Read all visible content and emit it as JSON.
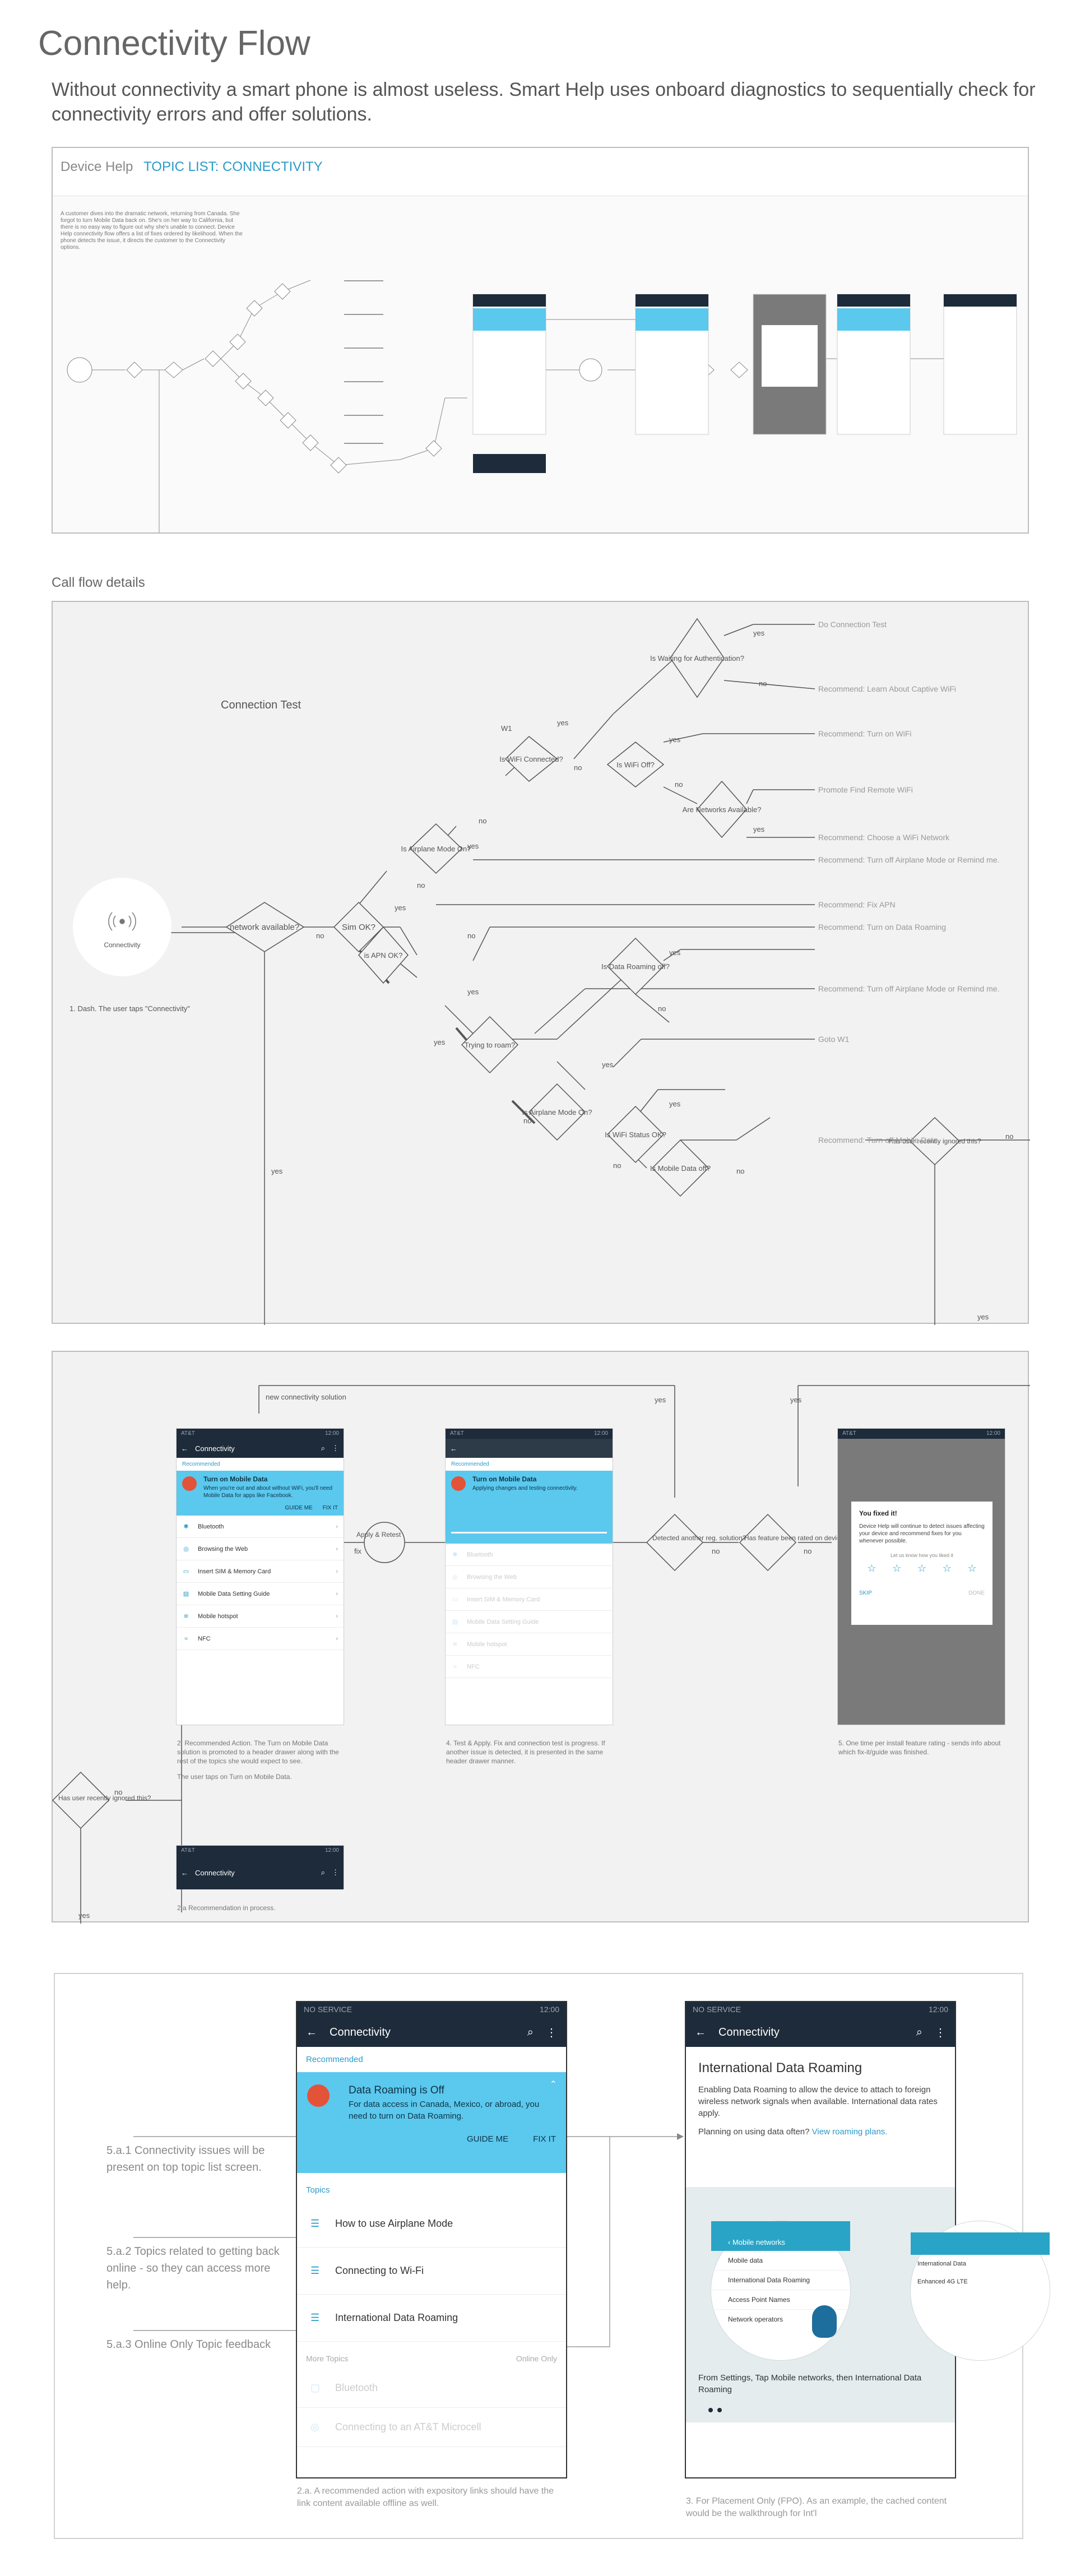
{
  "page": {
    "title": "Connectivity Flow",
    "intro": "Without connectivity a smart phone is almost useless. Smart Help uses onboard diagnostics to sequentially check for connectivity errors and offer solutions."
  },
  "top_panel": {
    "app_name": "Device Help",
    "topic_label": "TOPIC LIST: CONNECTIVITY",
    "intro_text": "A customer dives into the dramatic network, returning from Canada. She forgot to turn Mobile Data back on. She's on her way to California, but there is no easy way to figure out why she's unable to connect. Device Help connectivity flow offers a list of fixes ordered by likelihood. When the phone detects the issue, it directs the customer to the Connectivity options."
  },
  "section_label": "Call flow details",
  "flow": {
    "title": "Connection Test",
    "start_label": "Connectivity",
    "start_caption": "1. Dash. The user taps \"Connectivity\"",
    "nodes": {
      "network": "network available?",
      "sim": "Sim OK?",
      "airplane1": "Is Airplane Mode On?",
      "wifi_connected": "Is WiFi Connected?",
      "wifi_off": "Is WiFi Off?",
      "auth": "Is Waiting for Authentication?",
      "networks": "Are Networks Available?",
      "apn": "is APN OK?",
      "data_roaming": "Is Data Roaming off?",
      "trying_roam": "Trying to roam?",
      "airplane2": "Is Airplane Mode On?",
      "wifi_status": "Is WiFi Status OK?",
      "mobile_data": "Is Mobile Data off?",
      "ignored": "Has user recently ignored this?"
    },
    "outcomes": {
      "do_test": "Do Connection Test",
      "captive": "Recommend: Learn About Captive WiFi",
      "turn_on_wifi": "Recommend: Turn on WiFi",
      "promote_remote": "Promote Find Remote WiFi",
      "choose_wifi": "Recommend: Choose a WiFi Network",
      "airplane_off1": "Recommend: Turn off Airplane Mode or Remind me.",
      "fix_apn": "Recommend: Fix APN",
      "turn_on_roaming": "Recommend: Turn on Data Roaming",
      "airplane_off2": "Recommend: Turn off Airplane Mode or Remind me.",
      "goto_w1": "Goto W1",
      "turn_off_mobile": "Recommend: Turn off Mobile Data"
    },
    "labels": {
      "yes": "yes",
      "no": "no",
      "w1": "W1"
    }
  },
  "screens": {
    "new_solution": "new connectivity solution",
    "yes": "yes",
    "no": "no",
    "apply_retest": "Apply & Retest",
    "fix": "fix",
    "detected": "Detected another reg. solution?",
    "has_feature": "Has feature been rated on device?",
    "ignored": "Has user recently ignored this?",
    "phone": {
      "carrier": "AT&T",
      "time": "12:00",
      "title": "Connectivity",
      "recommended": "Recommended",
      "card_title": "Turn on Mobile Data",
      "card_text": "When you're out and about without WiFi, you'll need Mobile Data for apps like Facebook.",
      "guide_me": "GUIDE ME",
      "fix_it": "FIX IT",
      "items": [
        "Bluetooth",
        "Browsing the Web",
        "Insert SIM & Memory Card",
        "Mobile Data Setting Guide",
        "Mobile hotspot",
        "NFC"
      ],
      "apply_card_text": "Applying changes and testing connectivity."
    },
    "dialog": {
      "title": "You fixed it!",
      "text": "Device Help will continue to detect issues affecting your device and recommend fixes for you whenever possible.",
      "rate": "Let us know how you liked it",
      "skip": "SKIP",
      "done": "DONE"
    },
    "captions": {
      "c2": "2. Recommended Action. The Turn on Mobile Data solution is promoted to a header drawer along with the rest of the topics she would expect to see.",
      "c2b": "The user taps on Turn on Mobile Data.",
      "c4": "4. Test & Apply. Fix and connection test is progress. If another issue is detected, it is presented in the same header drawer manner.",
      "c5": "5. One time per install feature rating - sends info about which fix-it/guide was finished.",
      "c2a": "2.a Recommendation in process."
    }
  },
  "bottom": {
    "notes": [
      "5.a.1 Connectivity issues will be present on top topic list screen.",
      "5.a.2 Topics related to getting back online - so they can access more help.",
      "5.a.3 Online Only Topic feedback"
    ],
    "phone1": {
      "status_left": "NO SERVICE",
      "time": "12:00",
      "title": "Connectivity",
      "recommended": "Recommended",
      "card_title": "Data Roaming is Off",
      "card_text": "For data access in Canada, Mexico, or abroad, you need to turn on Data Roaming.",
      "guide_me": "GUIDE ME",
      "fix_it": "FIX IT",
      "topics": "Topics",
      "items": [
        "How to use Airplane Mode",
        "Connecting to Wi-Fi",
        "International Data Roaming"
      ],
      "more_topics": "More Topics",
      "online_only": "Online Only",
      "faded": [
        "Bluetooth",
        "Connecting to an AT&T Microcell"
      ]
    },
    "phone2": {
      "status_left": "NO SERVICE",
      "time": "12:00",
      "title": "Connectivity",
      "heading": "International Data Roaming",
      "body": "Enabling Data Roaming to allow the device to attach to foreign wireless network signals when available. International data rates apply.",
      "question": "Planning on using data often?",
      "link": "View roaming plans.",
      "menu_title": "Mobile networks",
      "menu_items": [
        "Mobile data",
        "International Data Roaming",
        "Access Point Names",
        "Network operators"
      ],
      "side_items": [
        "International Data",
        "Enhanced 4G LTE"
      ],
      "instruction": "From Settings, Tap Mobile networks, then International Data Roaming"
    },
    "captions": {
      "c2a": "2.a. A recommended action with expository links should have the link content available offline as well.",
      "c3": "3. For Placement Only (FPO). As an example, the cached content would be the walkthrough for Int'l"
    }
  }
}
